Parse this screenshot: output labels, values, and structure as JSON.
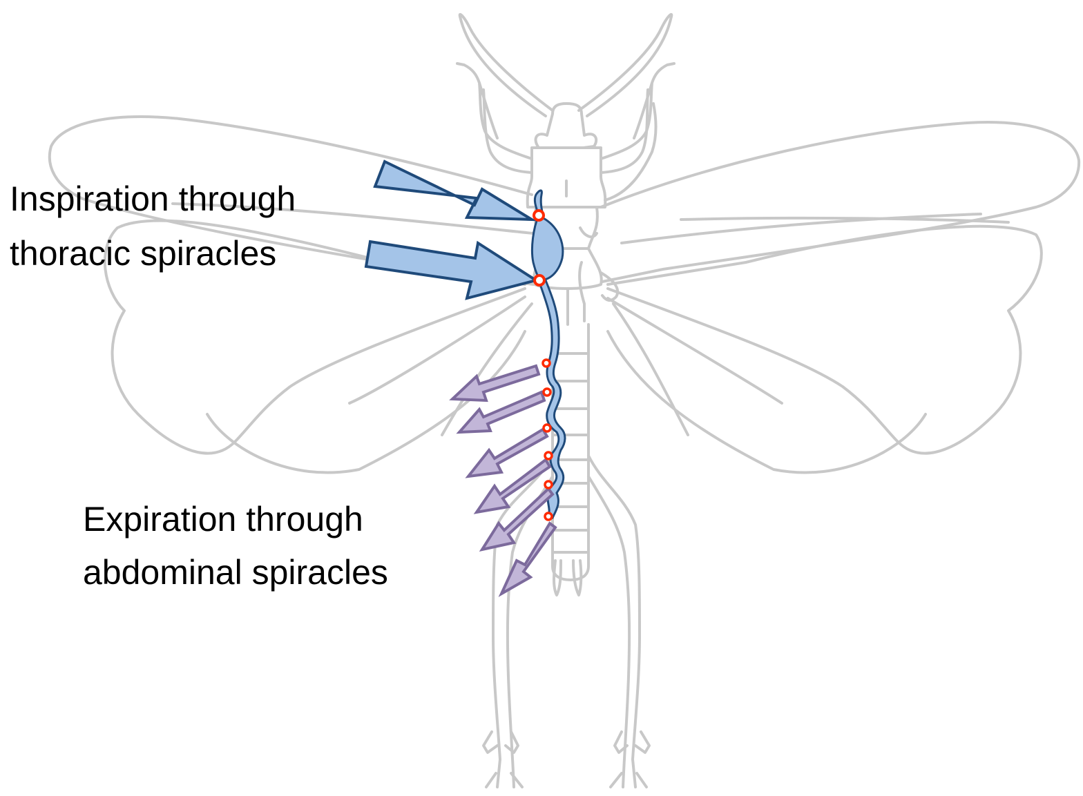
{
  "labels": {
    "inspiration_line1": "Inspiration through",
    "inspiration_line2": "thoracic spiracles",
    "expiration_line1": "Expiration through",
    "expiration_line2": "abdominal spiracles"
  },
  "colors": {
    "outline": "#c8c8c8",
    "trachea_fill": "#a4c4e8",
    "trachea_stroke": "#1f4a7a",
    "spiracle": "#ff2a00",
    "inspiration_arrow_fill": "#a4c4e8",
    "inspiration_arrow_stroke": "#1f4a7a",
    "expiration_arrow_fill": "#c2b6d8",
    "expiration_arrow_stroke": "#7c6a9c",
    "text": "#000000"
  },
  "thoracic_spiracle_count": 2,
  "abdominal_spiracle_count": 6
}
